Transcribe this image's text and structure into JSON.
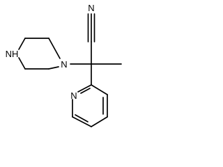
{
  "molecule": {
    "atom_labels": {
      "nitrile_n": "N",
      "piperazine_nh": "NH",
      "piperazine_n": "N",
      "pyridine_n": "N"
    },
    "colors": {
      "bond": "#000000",
      "label": "#000000",
      "background": "#ffffff"
    }
  }
}
